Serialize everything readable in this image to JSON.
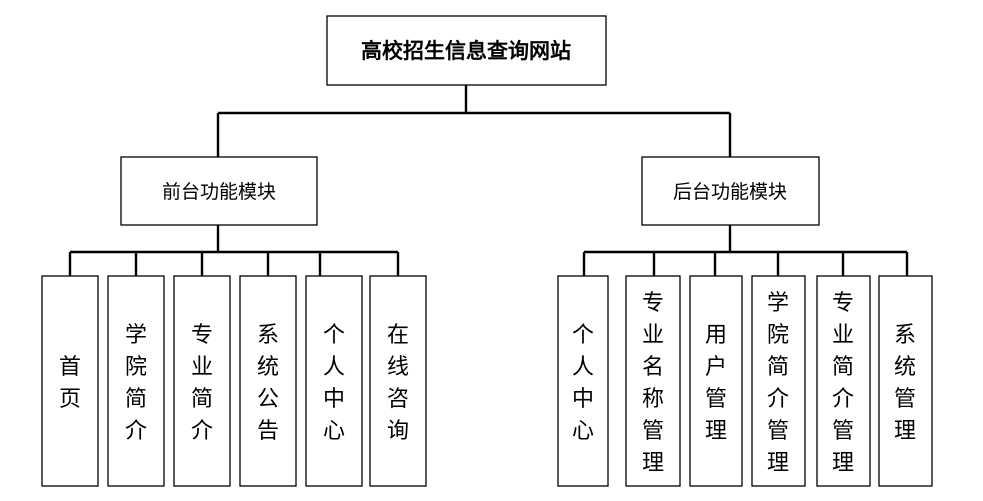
{
  "root": {
    "label": "高校招生信息查询网站"
  },
  "modules": [
    {
      "label": "前台功能模块",
      "children": [
        "首页",
        "学院简介",
        "专业简介",
        "系统公告",
        "个人中心",
        "在线咨询"
      ]
    },
    {
      "label": "后台功能模块",
      "children": [
        "个人中心",
        "专业名称管理",
        "用户管理",
        "学院简介管理",
        "专业简介管理",
        "系统管理"
      ]
    }
  ]
}
